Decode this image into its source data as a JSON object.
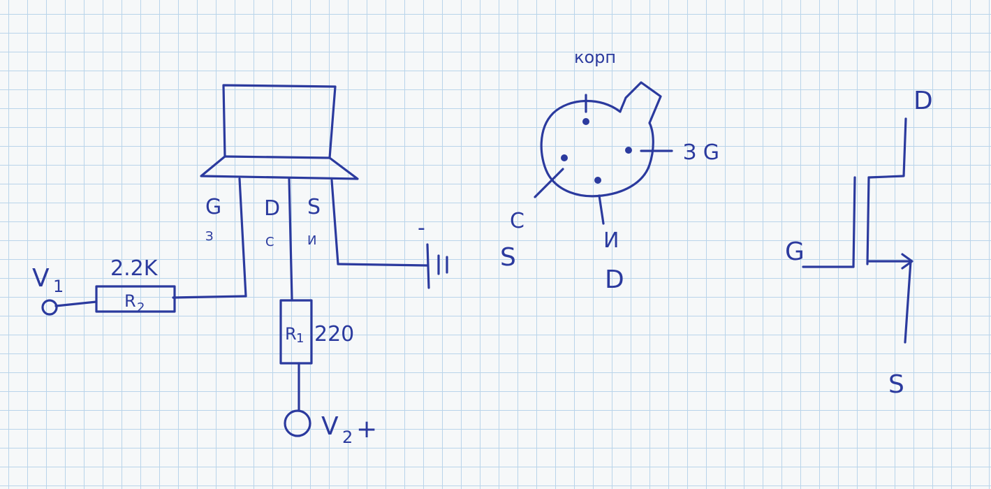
{
  "circuit": {
    "pin_labels": {
      "gate": "G",
      "drain": "D",
      "source": "S",
      "gate_ru": "З",
      "drain_ru": "С",
      "source_ru": "И"
    },
    "v1_label": "V",
    "v1_sub": "1",
    "r2_value": "2.2K",
    "r2_name": "R",
    "r2_sub": "2",
    "r1_name": "R",
    "r1_sub": "1",
    "r1_value": "220",
    "v2_label": "V",
    "v2_sub": "2",
    "v2_sign": "+",
    "battery_minus": "-"
  },
  "pinout": {
    "case_label": "корп",
    "gate_label": "З G",
    "drain_ru": "С",
    "drain_label": "S",
    "source_ru": "И",
    "source_label": "D"
  },
  "symbol": {
    "drain": "D",
    "gate": "G",
    "source": "S"
  }
}
